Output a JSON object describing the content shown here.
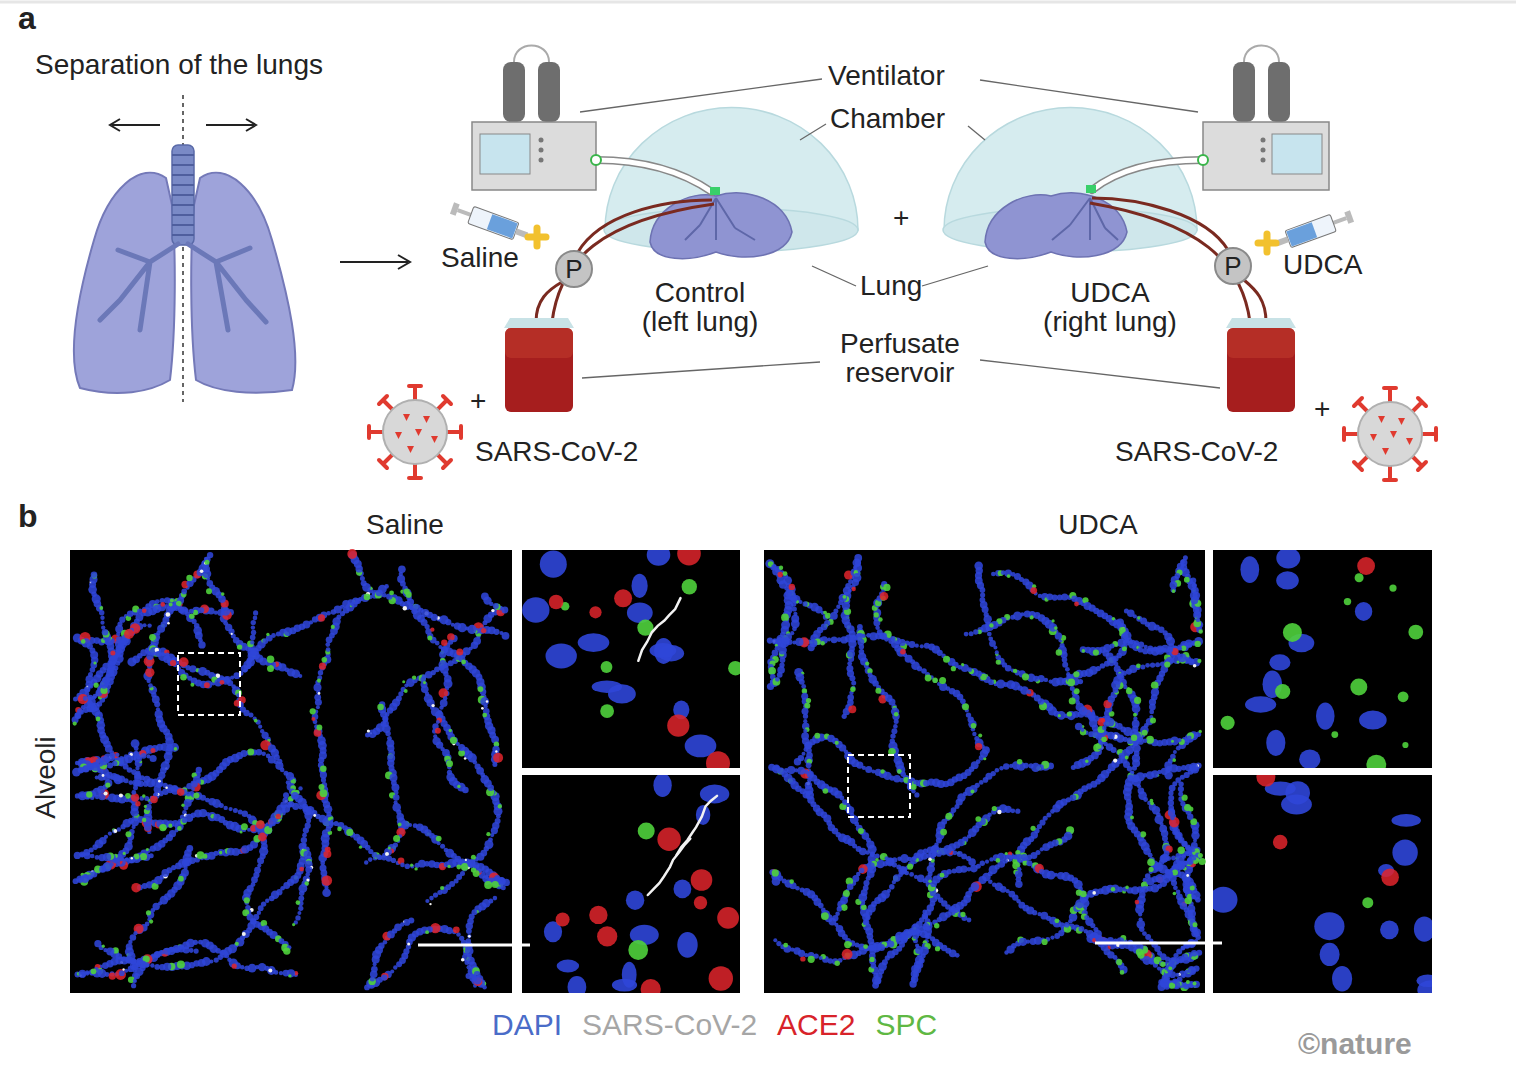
{
  "diagram": {
    "nodes": [
      {
        "text": [
          "P"
        ]
      },
      {
        "text": [
          "P"
        ]
      },
      {
        "text": [
          "Saline"
        ]
      },
      {
        "text": [
          "UDCA"
        ]
      }
    ],
    "labels": [
      "a",
      "Separation of the lungs",
      "Ventilator",
      "Chamber",
      "Saline",
      "+",
      "Control (left lung)",
      "Lung",
      "UDCA (right lung)",
      "UDCA",
      "Perfusate reservoir",
      "+",
      "SARS-CoV-2",
      "+",
      "SARS-CoV-2",
      "b",
      "Alveoli",
      "©nature"
    ],
    "legend": [
      {
        "text": "DAPI",
        "color": "#4a6cc8"
      },
      {
        "text": "SARS-CoV-2",
        "color": "#a6a6a6"
      },
      {
        "text": "ACE2",
        "color": "#d8232a"
      },
      {
        "text": "SPC",
        "color": "#5fb843"
      }
    ]
  }
}
